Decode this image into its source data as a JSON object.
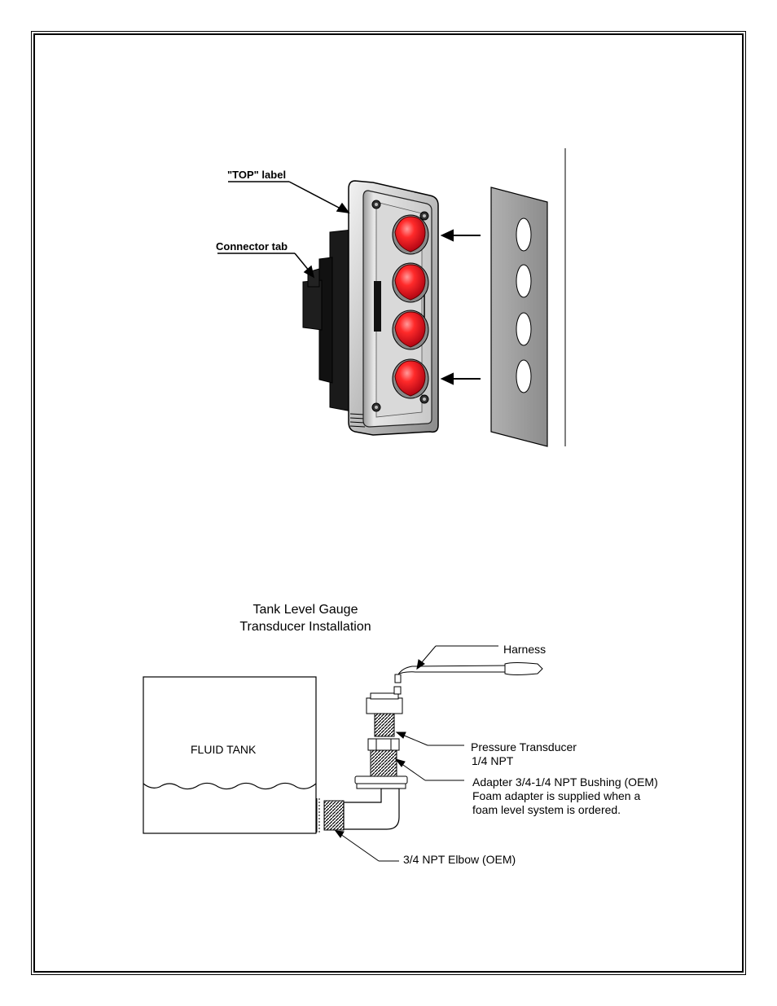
{
  "panel_figure": {
    "label_top": "\"TOP\" label",
    "label_connector": "Connector tab",
    "indicator_color": "#e8001c"
  },
  "tank_figure": {
    "title_line1": "Tank Level Gauge",
    "title_line2": "Transducer Installation",
    "tank_label": "FLUID TANK",
    "harness": "Harness",
    "transducer_line1": "Pressure Transducer",
    "transducer_line2": "1/4 NPT",
    "adapter_line1": "Adapter 3/4-1/4 NPT Bushing (OEM)",
    "adapter_line2": "Foam adapter is supplied when a",
    "adapter_line3": "foam level system is ordered.",
    "elbow": "3/4 NPT Elbow (OEM)"
  }
}
